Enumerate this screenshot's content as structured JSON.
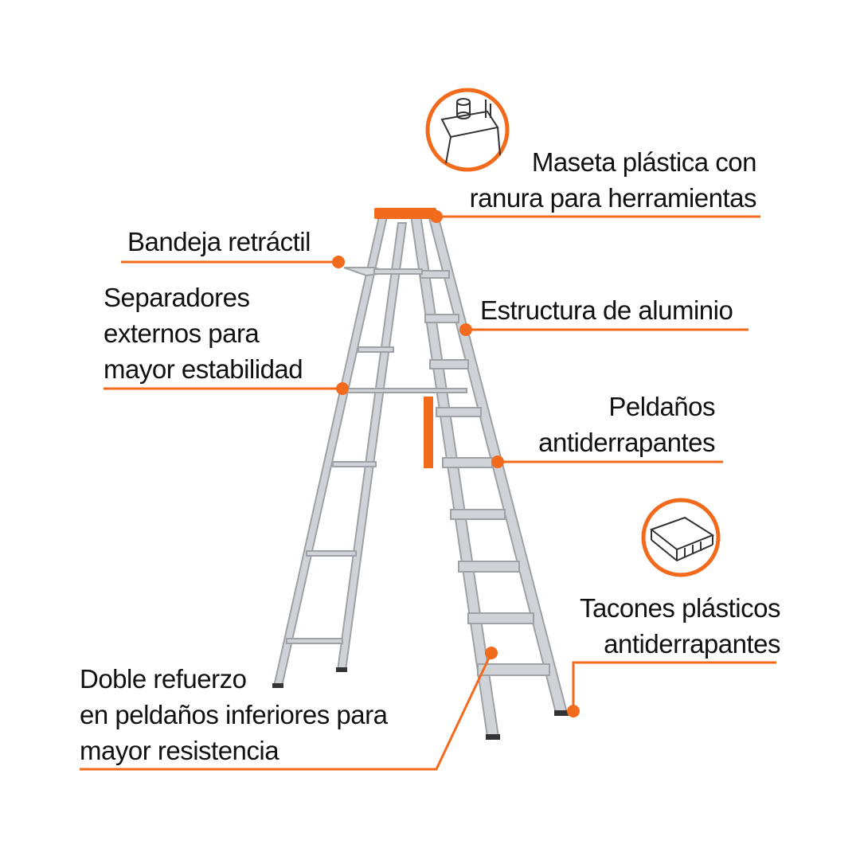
{
  "colors": {
    "accent": "#f26a1b",
    "aluminum": "#b9bcc0",
    "text": "#111111"
  },
  "callouts": {
    "maseta": [
      "Maseta plástica con",
      "ranura para herramientas"
    ],
    "bandeja": [
      "Bandeja retráctil"
    ],
    "separadores": [
      "Separadores",
      "externos para",
      "mayor estabilidad"
    ],
    "estructura": [
      "Estructura de aluminio"
    ],
    "peldanos": [
      "Peldaños",
      "antiderrapantes"
    ],
    "tacones": [
      "Tacones plásticos",
      "antiderrapantes"
    ],
    "refuerzo": [
      "Doble refuerzo",
      "en peldaños inferiores para",
      "mayor resistencia"
    ]
  },
  "icons": {
    "maseta_detail": "tool-tray-icon",
    "tacones_detail": "plastic-feet-icon"
  }
}
